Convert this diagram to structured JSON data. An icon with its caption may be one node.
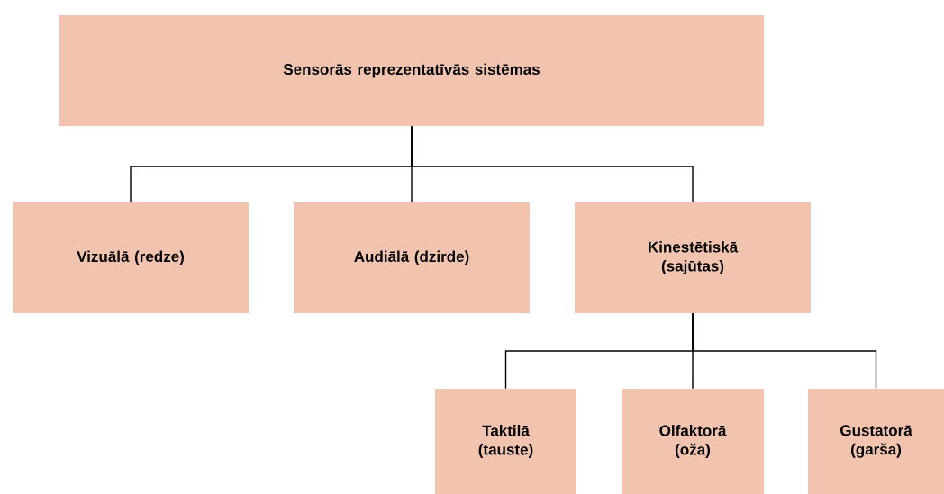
{
  "diagram": {
    "nodes": [
      {
        "text": [
          "Sensorās reprezentatīvās sistēmas"
        ]
      },
      {
        "text": [
          "Vizuālā (redze)"
        ]
      },
      {
        "text": [
          "Audiālā (dzirde)"
        ]
      },
      {
        "text": [
          "Kinestētiskā (sajūtas)"
        ]
      },
      {
        "text": [
          "Taktilā (tauste)"
        ]
      },
      {
        "text": [
          "Olfaktorā (oža)"
        ]
      },
      {
        "text": [
          "Gustatorā (garša)"
        ]
      }
    ],
    "edges": [
      {
        "from": 0,
        "to": 1,
        "arrow": "none"
      },
      {
        "from": 0,
        "to": 2,
        "arrow": "none"
      },
      {
        "from": 0,
        "to": 3,
        "arrow": "none"
      },
      {
        "from": 3,
        "to": 4,
        "arrow": "none"
      },
      {
        "from": 3,
        "to": 5,
        "arrow": "none"
      },
      {
        "from": 3,
        "to": 6,
        "arrow": "none"
      }
    ]
  }
}
